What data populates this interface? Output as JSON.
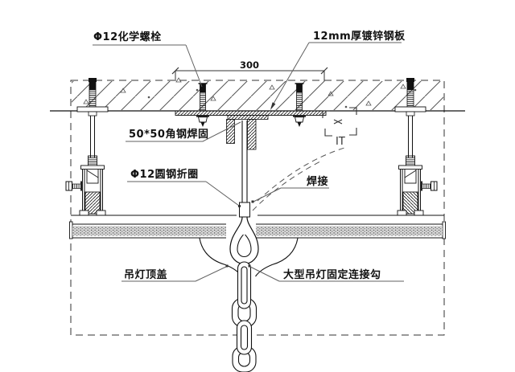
{
  "diagram": {
    "annotations": {
      "anchor_bolt": "Φ12化学螺栓",
      "steel_plate": "12mm厚镀锌钢板",
      "angle_steel": "50*50角钢焊固",
      "round_steel_ring": "Φ12圆钢折圈",
      "weld": "焊接",
      "canopy": "吊灯顶盖",
      "hook": "大型吊灯固定连接勾"
    },
    "dimension_300": "300",
    "marker_it": "IT",
    "colors": {
      "line": "#1a1a1a",
      "leader": "#606060",
      "background": "#ffffff",
      "board_fill": "#d9d9d9"
    }
  }
}
